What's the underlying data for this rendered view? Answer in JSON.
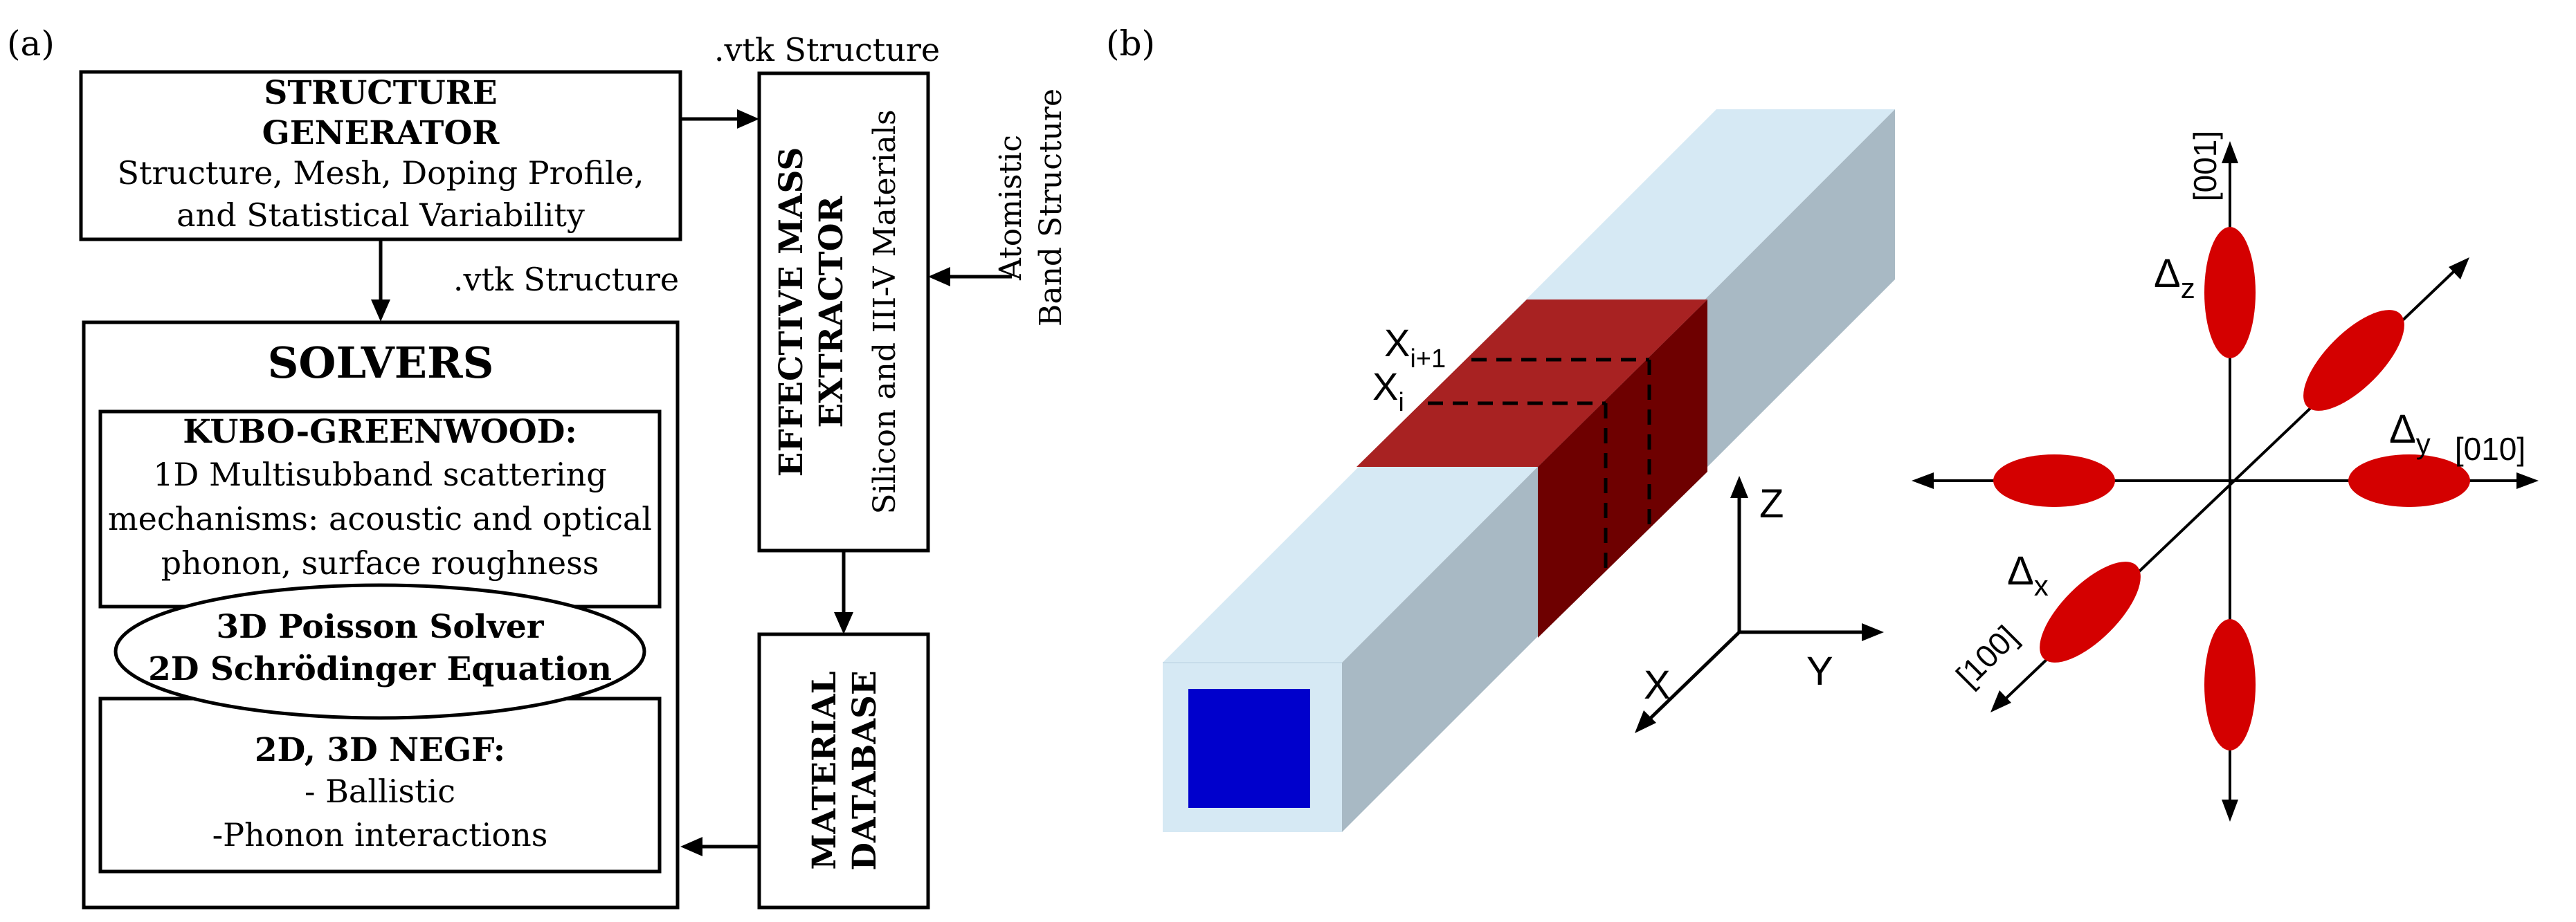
{
  "panel_a": {
    "label": "(a)",
    "structure_generator": {
      "title_line1": "STRUCTURE",
      "title_line2": "GENERATOR",
      "desc_line1": "Structure, Mesh, Doping Profile,",
      "desc_line2": "and Statistical Variability"
    },
    "vtk_label_top": ".vtk Structure",
    "vtk_label_mid": ".vtk Structure",
    "effective_mass": {
      "title_line1": "EFFECTIVE MASS",
      "title_line2": "EXTRACTOR",
      "subtitle": "Silicon and III-V Materials"
    },
    "atomistic": {
      "line1": "Atomistic",
      "line2": "Band Structure"
    },
    "material_db": {
      "line1": "MATERIAL",
      "line2": "DATABASE"
    },
    "solvers": {
      "title": "SOLVERS",
      "kubo": {
        "title": "KUBO-GREENWOOD:",
        "line1": "1D Multisubband scattering",
        "line2": "mechanisms: acoustic and optical",
        "line3": "phonon, surface roughness"
      },
      "poisson": {
        "line1": "3D Poisson Solver",
        "line2": "2D Schrödinger Equation"
      },
      "negf": {
        "title": "2D, 3D NEGF:",
        "line1": "- Ballistic",
        "line2": "-Phonon interactions"
      }
    }
  },
  "panel_b": {
    "label": "(b)",
    "slice_labels": {
      "xi1_base": "X",
      "xi1_sub": "i+1",
      "xi_base": "X",
      "xi_sub": "i"
    },
    "axes": {
      "z": "Z",
      "y": "Y",
      "x": "X"
    },
    "valleys": {
      "dz_base": "Δ",
      "dz_sub": "z",
      "dy_base": "Δ",
      "dy_sub": "y",
      "dx_base": "Δ",
      "dx_sub": "x",
      "dir_001": "[001]",
      "dir_010": "[010]",
      "dir_100": "[100]"
    },
    "colors": {
      "wire_light": "#d6e9f4",
      "wire_side": "#a8b9c4",
      "slice_top": "#a82222",
      "slice_front": "#8a0000",
      "slice_side": "#6e0000",
      "core": "#0000cc",
      "ellipsoid": "#d40000"
    }
  }
}
